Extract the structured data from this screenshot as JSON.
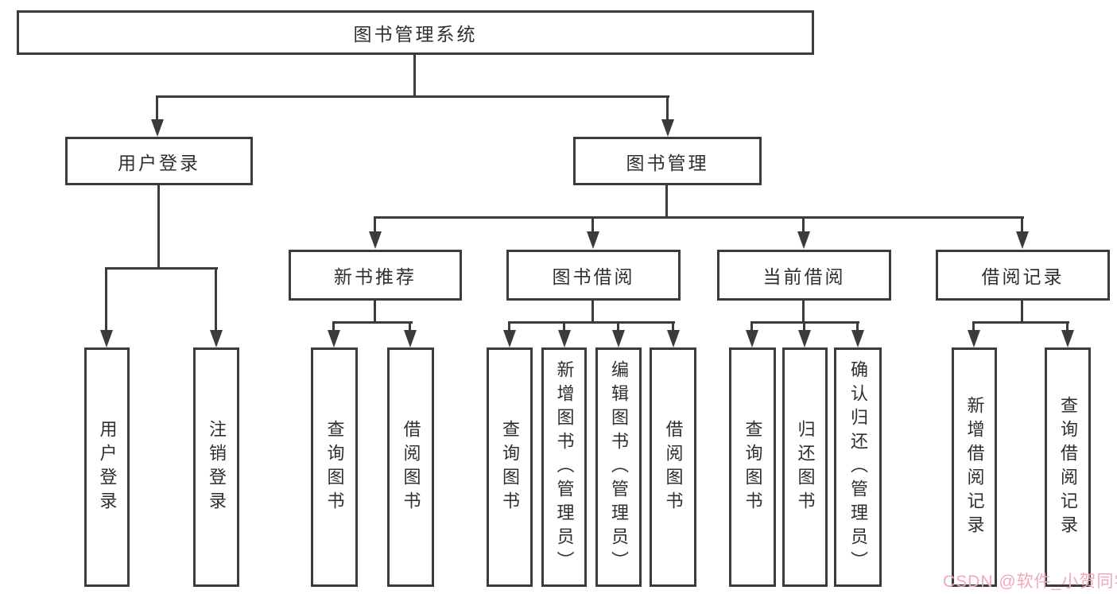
{
  "tree": {
    "root": {
      "label": "图书管理系统"
    },
    "branches": [
      {
        "label": "用户登录",
        "leaves": [
          "用户登录",
          "注销登录"
        ]
      },
      {
        "label": "图书管理",
        "groups": [
          {
            "label": "新书推荐",
            "leaves": [
              "查询图书",
              "借阅图书"
            ]
          },
          {
            "label": "图书借阅",
            "leaves": [
              "查询图书",
              "新增图书（管理员）",
              "编辑图书（管理员）",
              "借阅图书"
            ]
          },
          {
            "label": "当前借阅",
            "leaves": [
              "查询图书",
              "归还图书",
              "确认归还（管理员）"
            ]
          },
          {
            "label": "借阅记录",
            "leaves": [
              "新增借阅记录",
              "查询借阅记录"
            ]
          }
        ]
      }
    ]
  },
  "watermark": {
    "text": "CSDN @软件_小贺同学",
    "color": "#f0a9ba"
  },
  "colors": {
    "line": "#3b3b3b",
    "box_border": "#3b3b3b",
    "box_fill": "#ffffff",
    "text": "#2f2f2f",
    "background": "#ffffff"
  }
}
